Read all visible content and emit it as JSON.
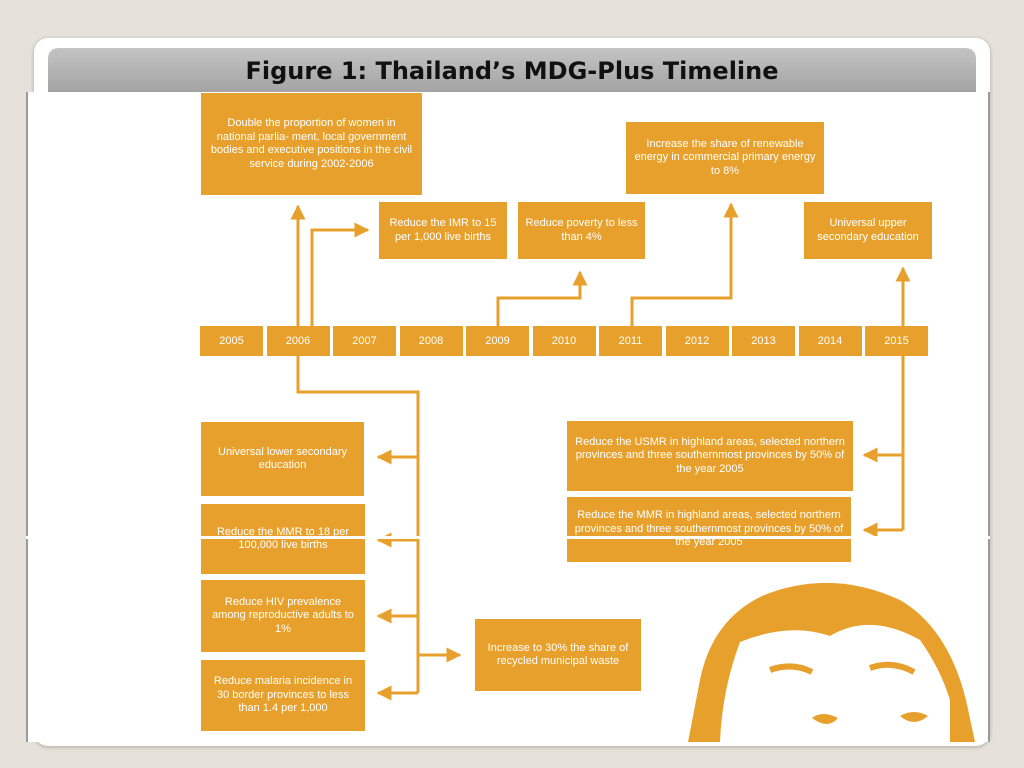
{
  "title": "Figure 1: Thailand’s MDG-Plus Timeline",
  "timeline": {
    "years": [
      "2005",
      "2006",
      "2007",
      "2008",
      "2009",
      "2010",
      "2011",
      "2012",
      "2013",
      "2014",
      "2015"
    ]
  },
  "goals_top": [
    "Double the proportion of women in national parlia- ment, local government bodies and executive positions in the civil service during 2002-2006",
    "Reduce the IMR to 15 per 1,000 live births",
    "Reduce poverty to less than 4%",
    "Increase the share of renewable energy in commercial primary energy to 8%",
    "Universal upper secondary education"
  ],
  "goals_bottom_left": [
    "Universal lower secondary education",
    "Reduce the MMR to 18 per 100,000 live births",
    "Reduce HIV prevalence among reproductive adults to 1%",
    "Reduce malaria incidence in 30 border provinces to less than 1.4 per 1,000"
  ],
  "goal_waste": "Increase to 30% the share of recycled municipal waste",
  "goals_bottom_right": [
    "Reduce the USMR in highland areas, selected northern provinces and three southernmost provinces by 50% of the year 2005",
    "Reduce the MMR in highland areas, selected northern provinces and three southernmost provinces by 50% of the year 2005"
  ],
  "colors": {
    "accent": "#e8a02c",
    "title_bar": "#b3b3b3",
    "background": "#e6e2d9"
  }
}
